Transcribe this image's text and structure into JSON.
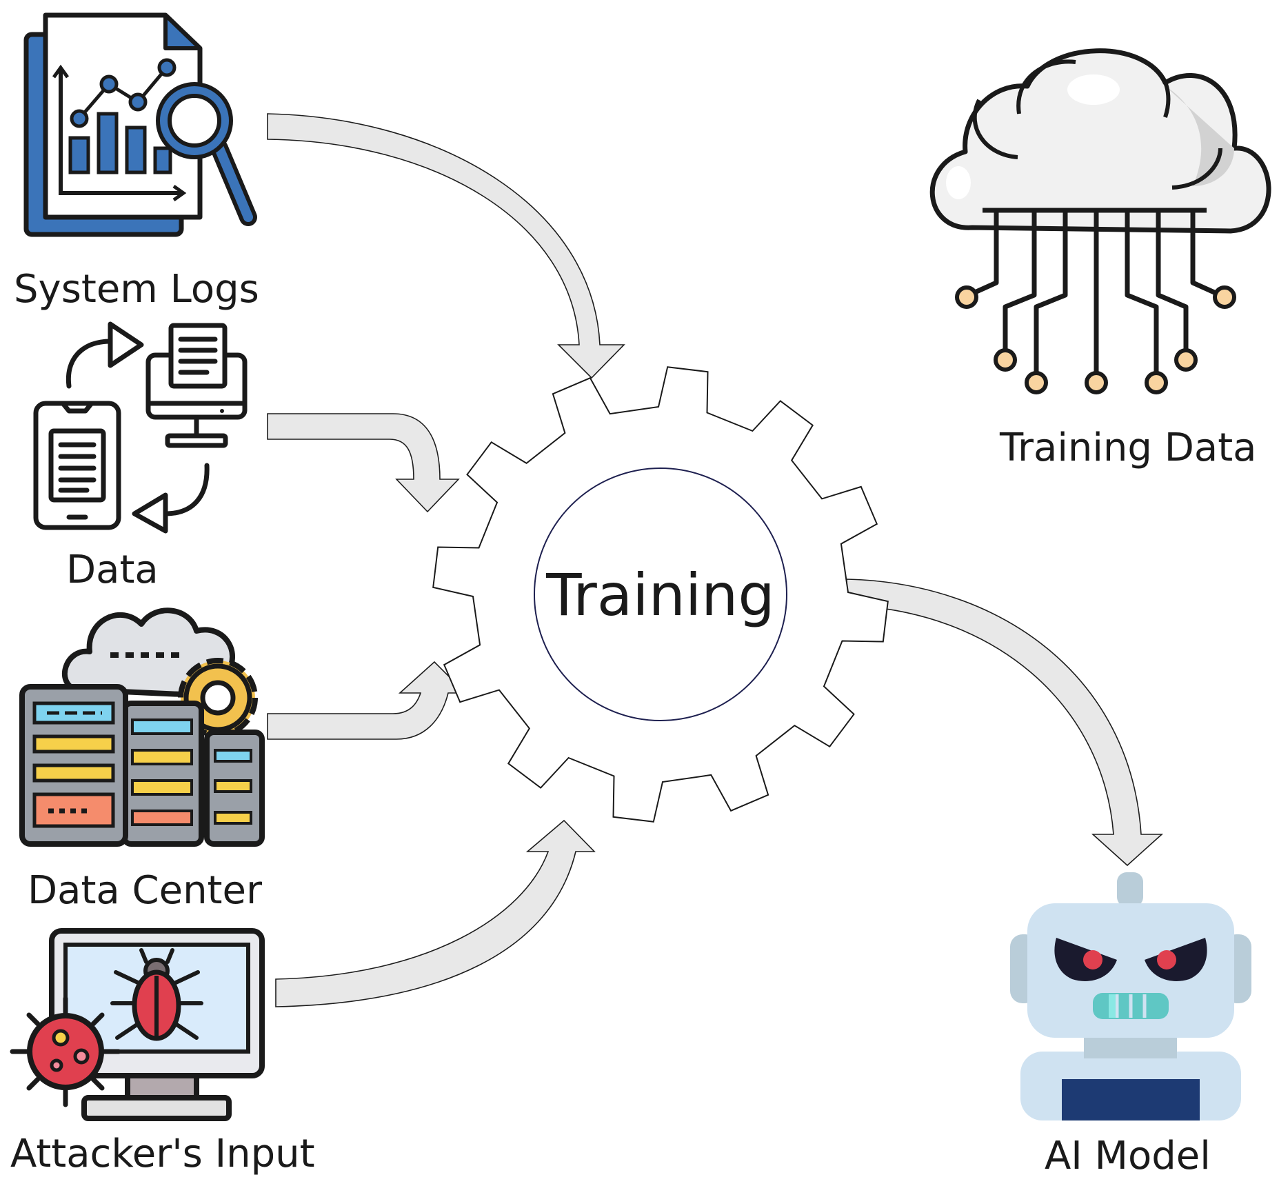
{
  "labels": {
    "system_logs": "System Logs",
    "data": "Data",
    "data_center": "Data Center",
    "attackers_input": "Attacker's Input",
    "training": "Training",
    "training_data": "Training Data",
    "ai_model": "AI Model"
  },
  "icons": {
    "system_logs": "report-analytics-icon",
    "data": "device-sync-icon",
    "data_center": "data-center-icon",
    "attackers_input": "malware-computer-icon",
    "training": "gear-icon",
    "training_data": "cloud-network-icon",
    "ai_model": "evil-robot-icon"
  },
  "colors": {
    "arrow_fill": "#e8e8e8",
    "doc_blue": "#3b74b9",
    "gear_yellow": "#f2c14e",
    "bug_red": "#e0404f",
    "robot_blue": "#cfe2f1",
    "robot_navy": "#1d3a73",
    "robot_teal": "#5fd3cf"
  }
}
